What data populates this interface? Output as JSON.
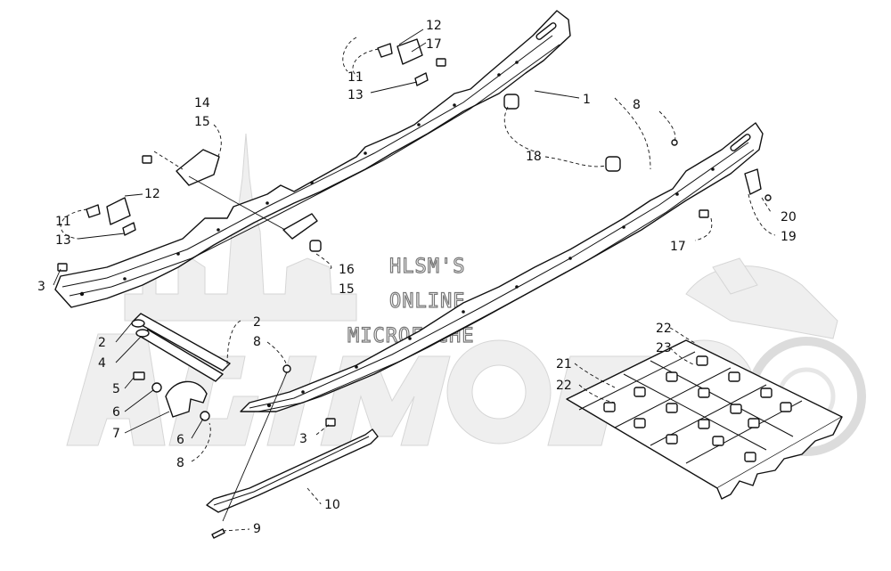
{
  "watermark": {
    "line1": "HLSM'S",
    "line2": "ONLINE",
    "line3": "MICROFICHE"
  },
  "callouts": {
    "c1": "1",
    "c2a": "2",
    "c2b": "2",
    "c3a": "3",
    "c3b": "3",
    "c4": "4",
    "c5": "5",
    "c6a": "6",
    "c6b": "6",
    "c7": "7",
    "c8a": "8",
    "c8b": "8",
    "c8c": "8",
    "c9": "9",
    "c10": "10",
    "c11a": "11",
    "c11b": "11",
    "c12a": "12",
    "c12b": "12",
    "c13a": "13",
    "c13b": "13",
    "c14": "14",
    "c15a": "15",
    "c15b": "15",
    "c16": "16",
    "c17a": "17",
    "c17b": "17",
    "c18": "18",
    "c19": "19",
    "c20": "20",
    "c21": "21",
    "c22a": "22",
    "c22b": "22",
    "c23": "23"
  }
}
